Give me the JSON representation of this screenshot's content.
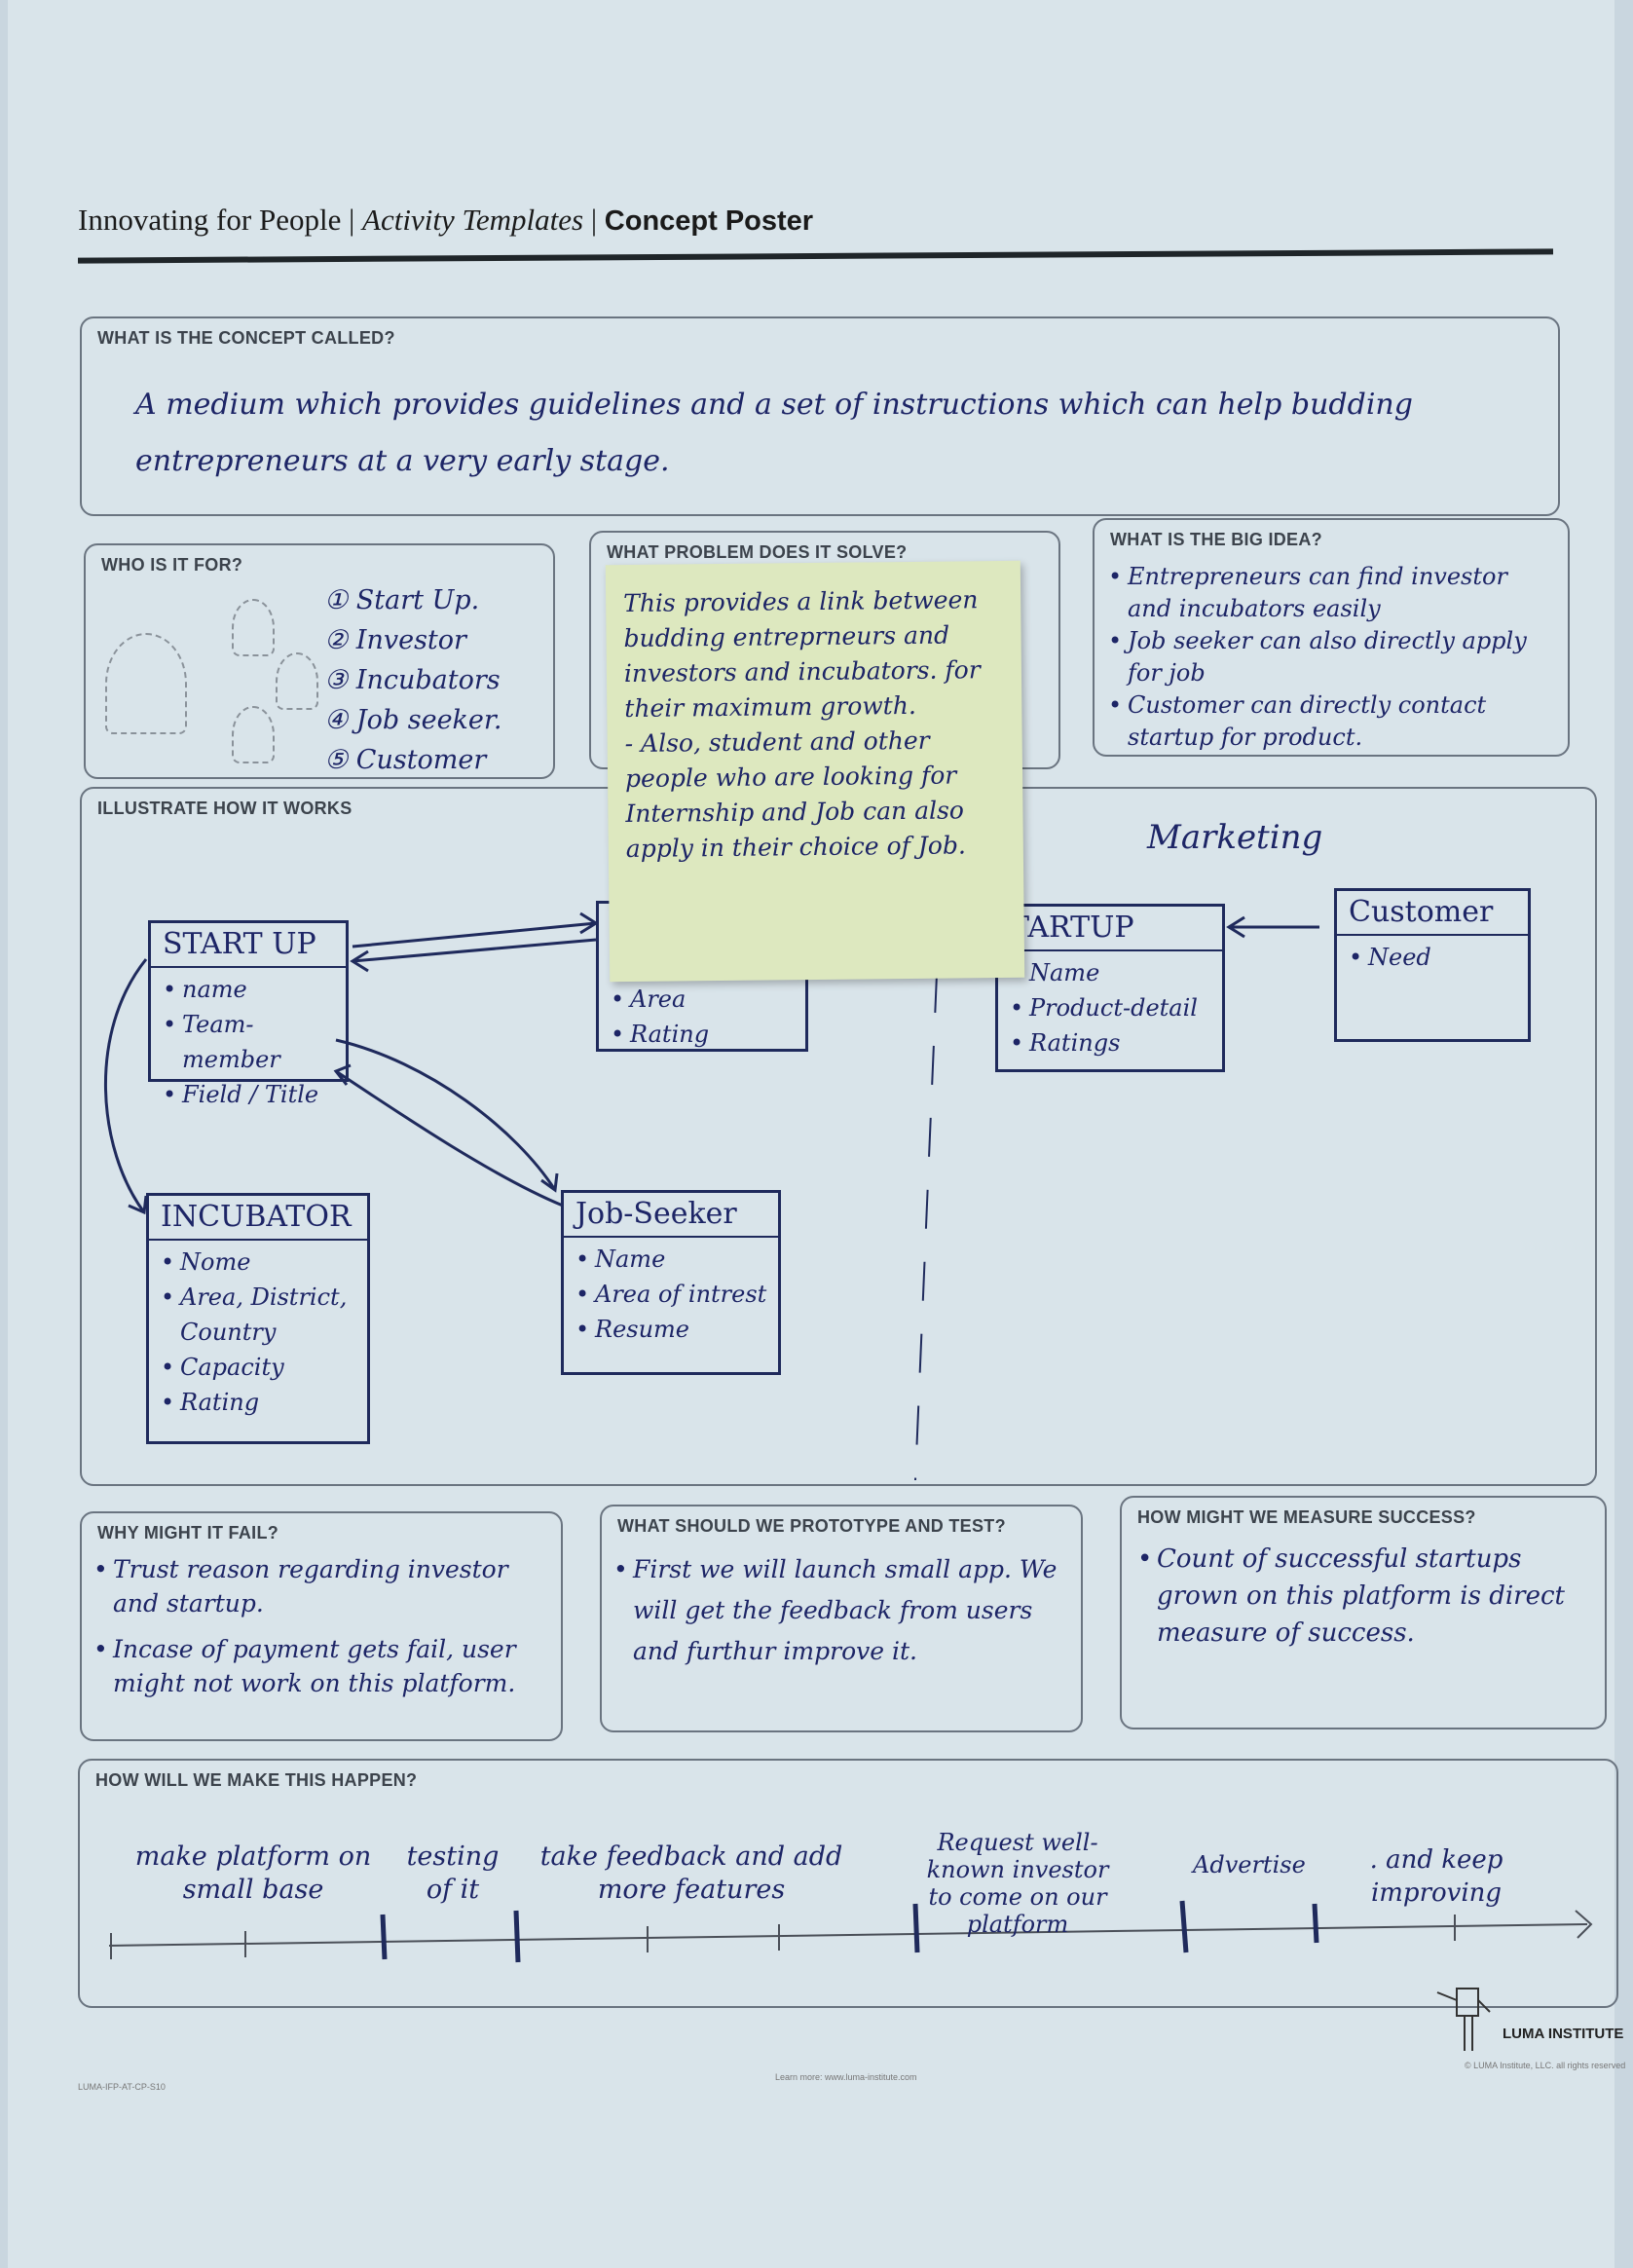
{
  "header": {
    "part1": "Innovating for People",
    "sep": " | ",
    "part2": "Activity Templates",
    "part3": "Concept Poster"
  },
  "concept": {
    "label": "WHAT IS THE CONCEPT CALLED?",
    "text": "A medium which provides guidelines and a set of instructions which can help budding entrepreneurs at a very early stage."
  },
  "who": {
    "label": "WHO IS IT FOR?",
    "items": [
      "① Start Up.",
      "② Investor",
      "③ Incubators",
      "④ Job seeker.",
      "⑤ Customer"
    ]
  },
  "problem": {
    "label": "WHAT PROBLEM DOES IT SOLVE?",
    "sticky": "This provides a link between budding entreprneurs and investors and incubators. for their maximum growth.\n- Also, student and other people who are looking for Internship and Job can also apply in their choice of Job."
  },
  "bigidea": {
    "label": "WHAT IS THE BIG IDEA?",
    "items": [
      "Entrepreneurs can find investor and incubators easily",
      "Job seeker can also directly apply for job",
      "Customer can directly contact startup for product."
    ]
  },
  "illustrate": {
    "label": "ILLUSTRATE HOW IT WORKS",
    "marketing": "Marketing",
    "startup": {
      "title": "START UP",
      "items": [
        "name",
        "Team-member",
        "Field / Title"
      ]
    },
    "investor": {
      "items": [
        "Area",
        "Rating"
      ]
    },
    "incubator": {
      "title": "INCUBATOR",
      "items": [
        "Nome",
        "Area, District, Country",
        "Capacity",
        "Rating"
      ]
    },
    "jobseeker": {
      "title": "Job-Seeker",
      "items": [
        "Name",
        "Area of intrest",
        "Resume"
      ]
    },
    "startup2": {
      "title": "TARTUP",
      "items": [
        "Name",
        "Product-detail",
        "Ratings"
      ]
    },
    "customer": {
      "title": "Customer",
      "items": [
        "Need"
      ]
    }
  },
  "fail": {
    "label": "WHY MIGHT IT FAIL?",
    "items": [
      "Trust reason regarding investor and startup.",
      "Incase of payment gets fail, user might not work on this platform."
    ]
  },
  "prototype": {
    "label": "WHAT SHOULD WE PROTOTYPE AND TEST?",
    "items": [
      "First we will launch small app. We will get the feedback from users and furthur improve it."
    ]
  },
  "measure": {
    "label": "HOW MIGHT WE MEASURE SUCCESS?",
    "items": [
      "Count of successful startups grown on this platform is direct measure of success."
    ]
  },
  "happen": {
    "label": "HOW WILL WE MAKE THIS HAPPEN?",
    "steps": [
      "make platform on small base",
      "testing of it",
      "take feedback and add more features",
      "Request well-known investor to come on our platform",
      "Advertise",
      ". and keep improving"
    ]
  },
  "footer": {
    "logo": "LUMA INSTITUTE",
    "fine_left": "LUMA-IFP-AT-CP-S10",
    "fine_mid": "Learn more: www.luma-institute.com",
    "fine_right": "© LUMA Institute, LLC. all rights reserved"
  },
  "colors": {
    "ink": "#1d2566",
    "paper": "#d9e4ea",
    "sticky": "#dde8bf",
    "frame": "#6a7480"
  }
}
